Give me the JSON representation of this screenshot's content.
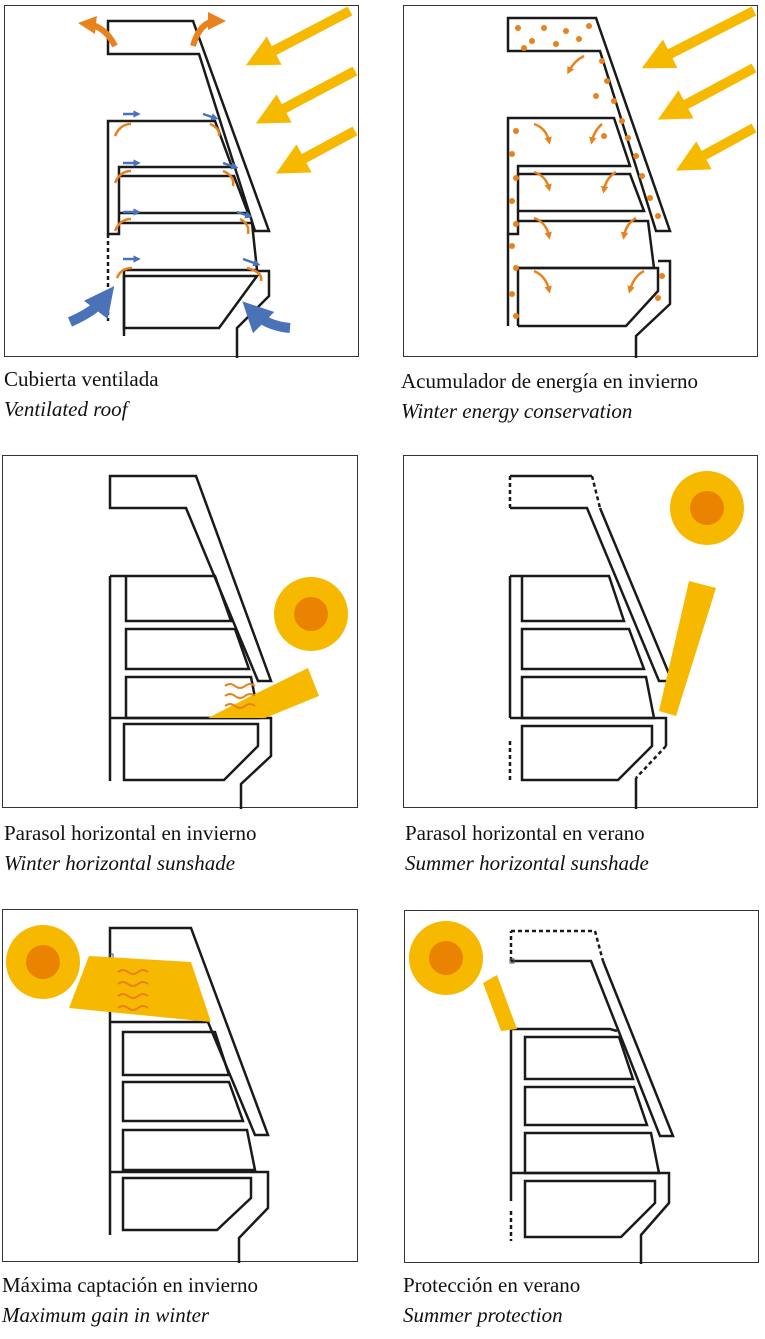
{
  "colors": {
    "sun_yellow": "#F7B800",
    "sun_core": "#EA8300",
    "warm_arrow": "#E8821E",
    "cool_arrow": "#4A72B8",
    "heat_dot": "#E8821E",
    "outline": "#1A1A1A"
  },
  "panels": [
    {
      "caption_es": "Cubierta ventilada",
      "caption_en": "Ventilated roof"
    },
    {
      "caption_es": "Acumulador de energía en invierno",
      "caption_en": "Winter energy conservation"
    },
    {
      "caption_es": "Parasol horizontal en invierno",
      "caption_en": "Winter horizontal sunshade"
    },
    {
      "caption_es": "Parasol horizontal en verano",
      "caption_en": "Summer horizontal sunshade"
    },
    {
      "caption_es": "Máxima captación en invierno",
      "caption_en": "Maximum gain in winter"
    },
    {
      "caption_es": "Protección en verano",
      "caption_en": "Summer protection"
    }
  ]
}
